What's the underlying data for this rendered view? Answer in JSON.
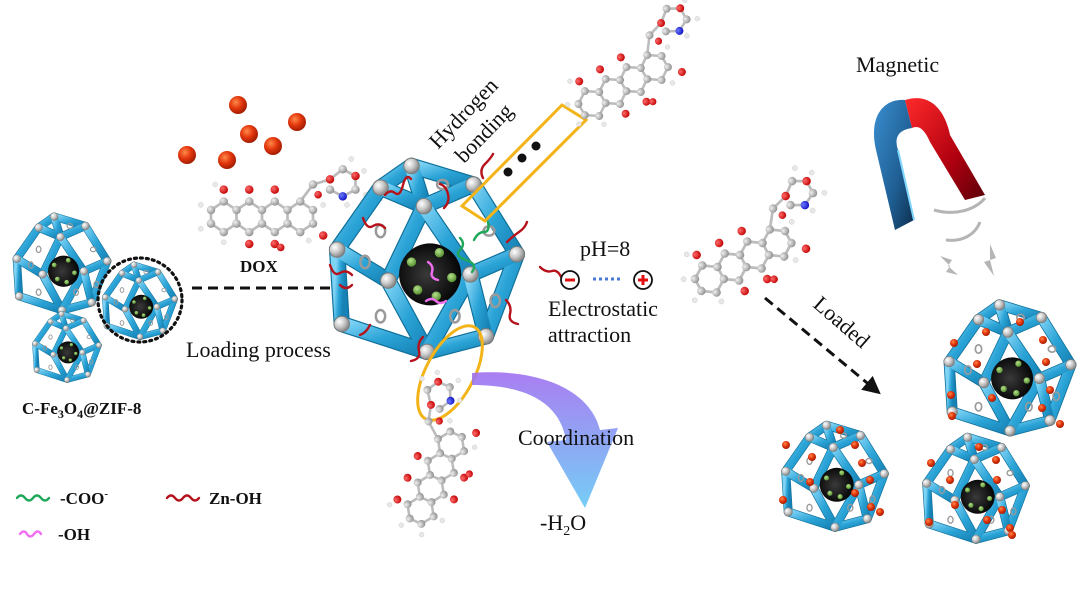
{
  "figure": {
    "type": "schematic",
    "subject": "DOX loading onto C-Fe3O4@ZIF-8 nanoparticles"
  },
  "labels": {
    "material": {
      "prefix": "C-Fe",
      "sub1": "3",
      "mid": "O",
      "sub2": "4",
      "suffix": "@ZIF-8"
    },
    "dox": "DOX",
    "loading_process": "Loading process",
    "hydrogen_bonding_line1": "Hydrogen",
    "hydrogen_bonding_line2": "bonding",
    "ph": "pH=8",
    "electrostatic_line1": "Electrostatic",
    "electrostatic_line2": "attraction",
    "coordination": "Coordination",
    "water_loss": {
      "prefix": "-H",
      "sub": "2",
      "suffix": "O"
    },
    "loaded": "Loaded",
    "magnetic": "Magnetic",
    "charge_negative": "−",
    "charge_positive": "+"
  },
  "legend": [
    {
      "label": "-COO",
      "superscript": "-",
      "color": "#1fa85a"
    },
    {
      "label": "Zn-OH",
      "superscript": "",
      "color": "#b5121b"
    },
    {
      "label": "-OH",
      "superscript": "",
      "color": "#f06ef0"
    }
  ],
  "colors": {
    "framework": "#2aa3d6",
    "dox_molecule": "#e2360d",
    "highlight_box": "#f2b418",
    "magnet_red": "#d0101a",
    "magnet_blue": "#1f6ea6",
    "arrow_gradient_top": "#a070f0",
    "arrow_gradient_bottom": "#66c8f5",
    "electrostatic_dots": "#4a78d4"
  }
}
